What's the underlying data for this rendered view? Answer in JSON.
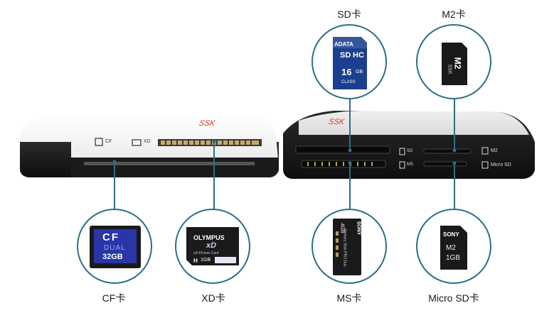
{
  "labels": {
    "sd": "SD卡",
    "m2": "M2卡",
    "cf": "CF卡",
    "xd": "XD卡",
    "ms": "MS卡",
    "micro_sd": "Micro SD卡"
  },
  "reader_left": {
    "brand_mark": "SSK",
    "slot_cf": "CF",
    "slot_xd": "XD"
  },
  "reader_right": {
    "brand_mark": "SSK",
    "slot_sd": "SD",
    "slot_ms": "MS",
    "slot_m2": "M2",
    "slot_micro_sd": "Micro SD"
  },
  "cards": {
    "sd": {
      "brand": "ADATA",
      "type_top": "SD",
      "type_bottom": "HC",
      "capacity": "16",
      "unit": "GB",
      "class": "CLASS"
    },
    "m2": {
      "line1": "SSK",
      "line2": "M2"
    },
    "cf": {
      "line1": "CF",
      "line2": "DUAL",
      "capacity": "32GB"
    },
    "xd": {
      "brand": "OLYMPUS",
      "logo": "xD",
      "sub": "xD-Picture Card",
      "type": "H",
      "capacity": "1GB"
    },
    "ms": {
      "capacity": "4GB",
      "brand": "SONY",
      "product": "Memory Stick PRO Duo"
    },
    "micro_sd": {
      "brand": "SONY",
      "line1": "M2",
      "line2": "1GB"
    }
  },
  "colors": {
    "accent": "#2d6f86",
    "reader_white": "#f2f2f2",
    "reader_dark": "#1c1c1c",
    "sd_blue": "#1b3f8f",
    "cf_blue": "#2a35a8"
  }
}
